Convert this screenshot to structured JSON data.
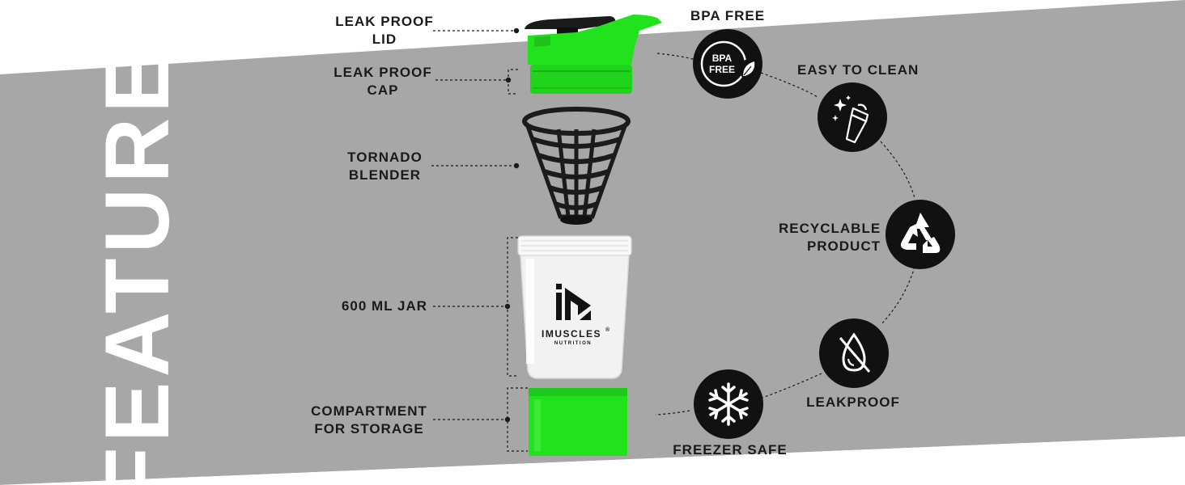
{
  "title": "FEATURES",
  "parts": {
    "lid": {
      "line1": "LEAK PROOF",
      "line2": "LID"
    },
    "cap": {
      "line1": "LEAK PROOF",
      "line2": "CAP"
    },
    "blender": {
      "line1": "TORNADO",
      "line2": "BLENDER"
    },
    "jar": {
      "line1": "600 ML JAR"
    },
    "storage": {
      "line1": "COMPARTMENT",
      "line2": "FOR STORAGE"
    }
  },
  "features": {
    "bpa_free": "BPA FREE",
    "easy_to_clean": "EASY TO CLEAN",
    "recyclable": {
      "line1": "RECYCLABLE",
      "line2": "PRODUCT"
    },
    "leakproof": "LEAKPROOF",
    "freezer_safe": "FREEZER SAFE"
  },
  "badge": {
    "line1": "BPA",
    "line2": "FREE"
  },
  "brand": {
    "name": "IMUSCLES",
    "mark": "®",
    "sub": "NUTRITION"
  },
  "colors": {
    "accent_green": "#22e21e",
    "band_gray": "#a7a7a7",
    "icon_black": "#111111"
  },
  "icons": [
    "leaf-icon",
    "shaker-sparkle-icon",
    "recycle-icon",
    "no-drop-icon",
    "snowflake-icon"
  ]
}
